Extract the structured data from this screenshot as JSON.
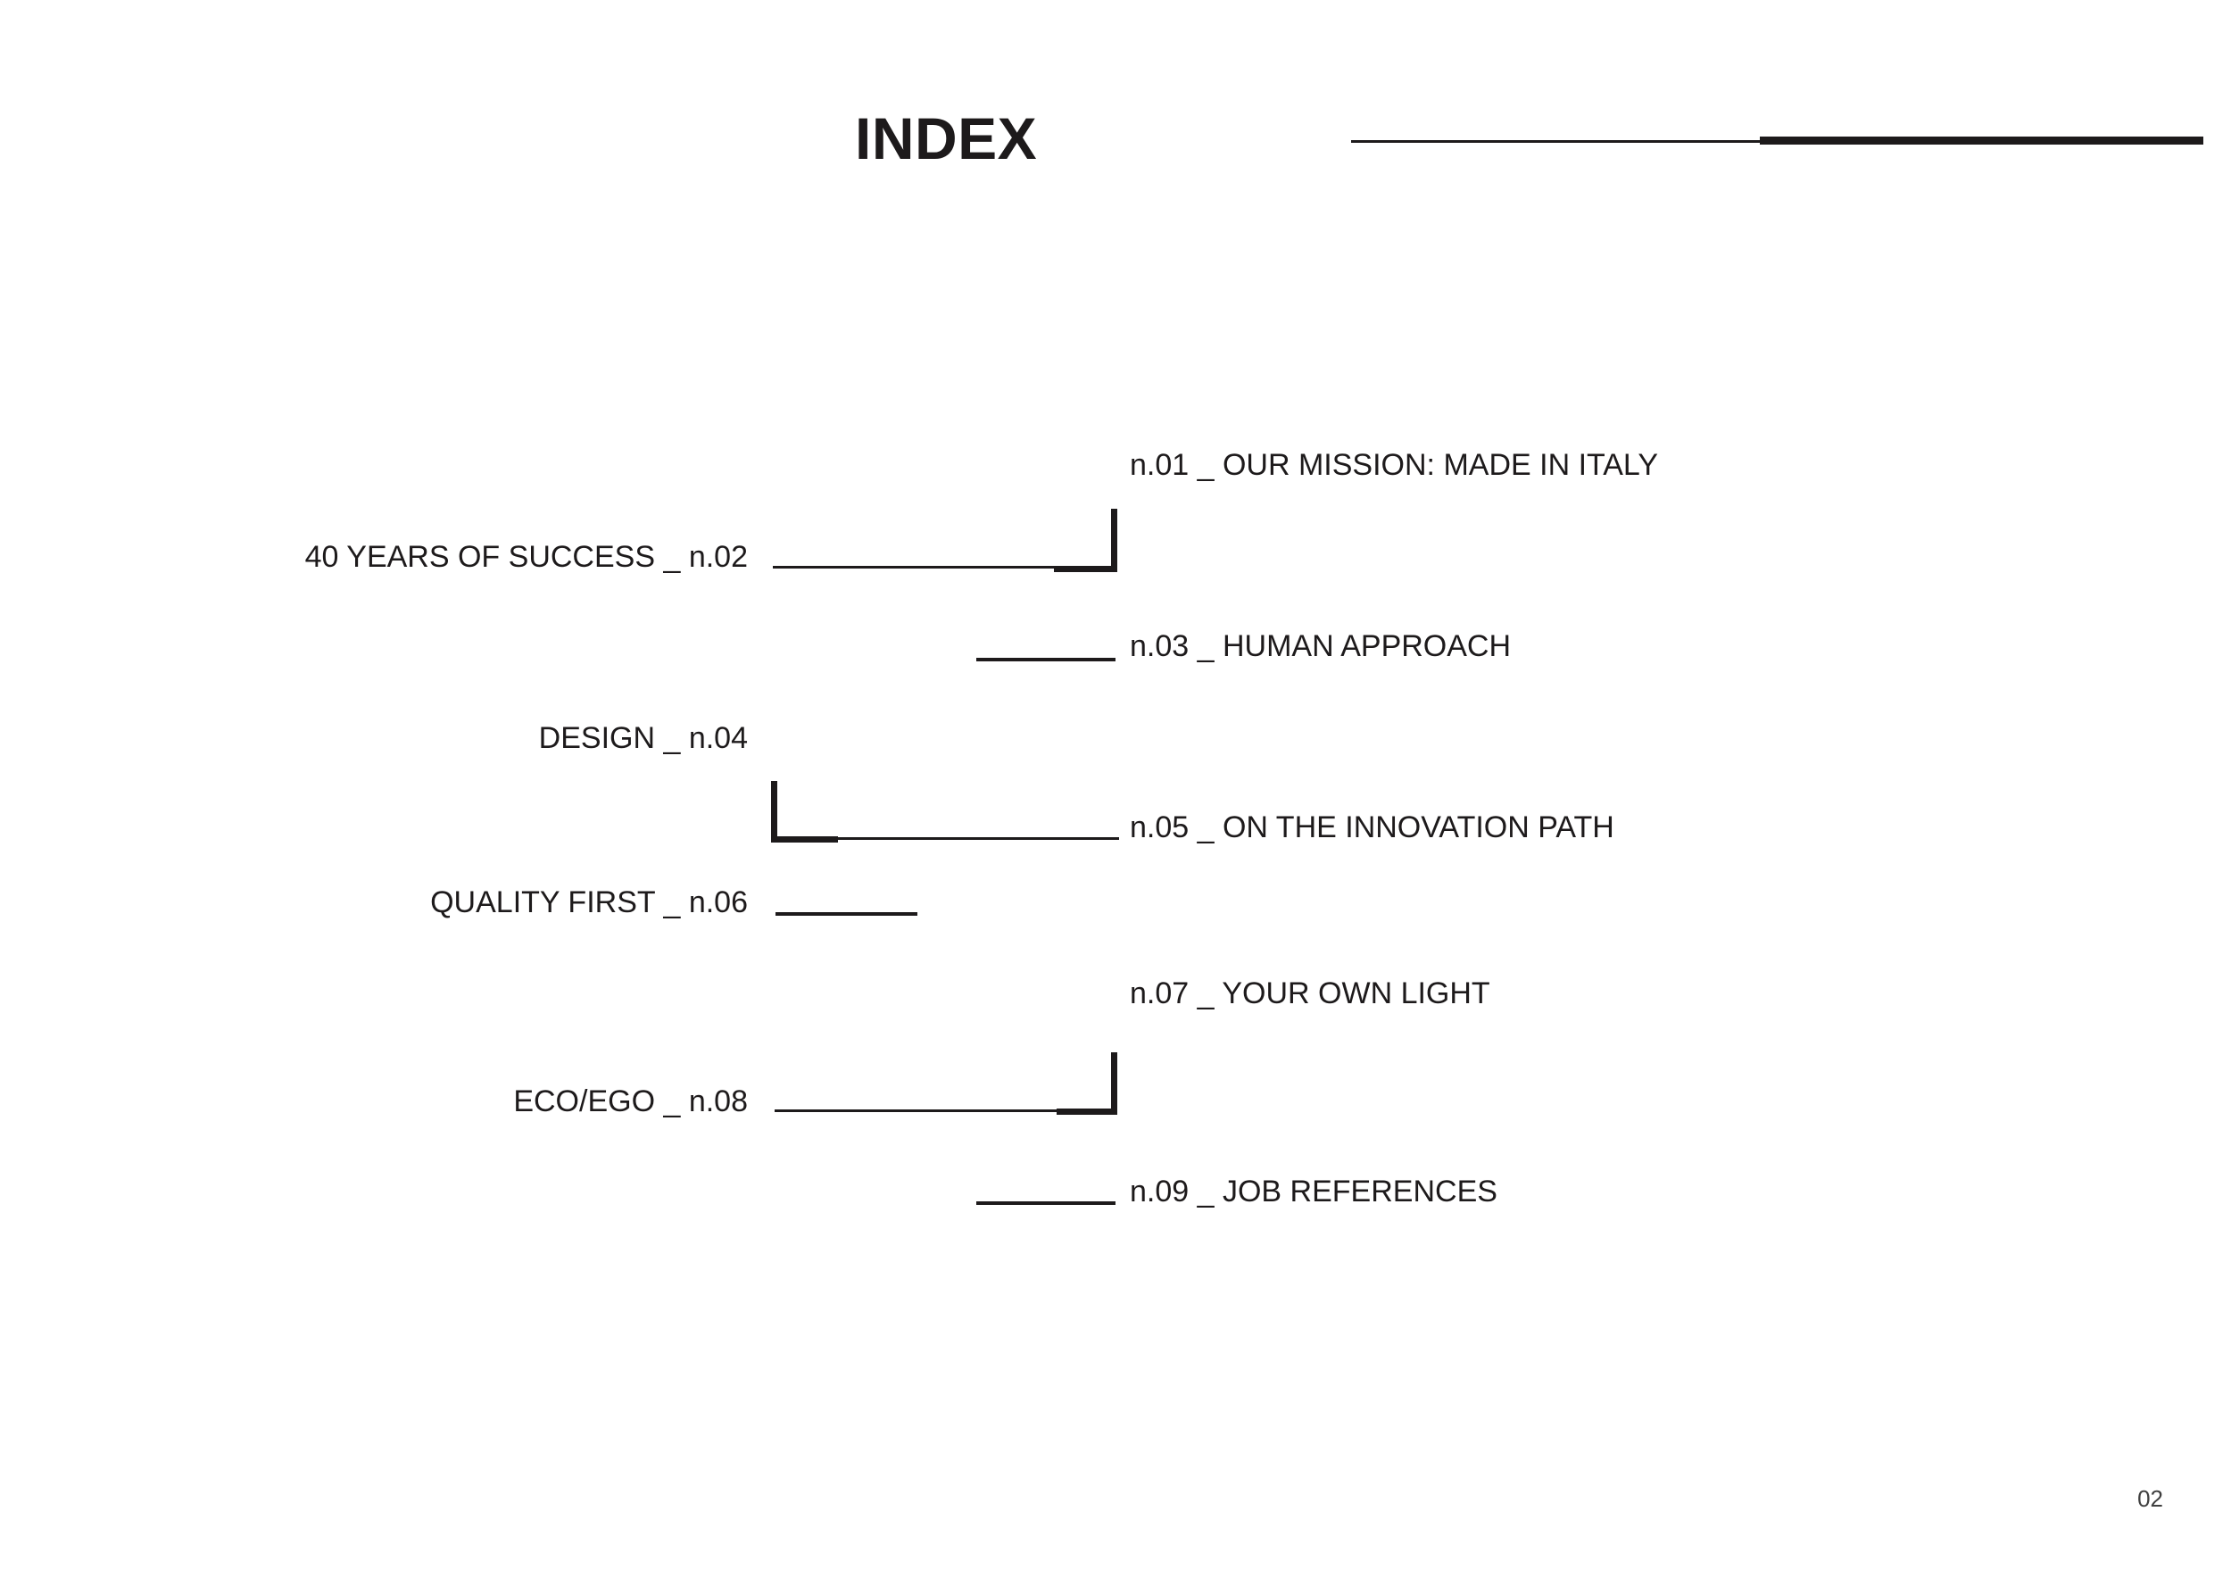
{
  "page": {
    "title": "INDEX",
    "page_number": "02"
  },
  "ink_color": "#1d1a1b",
  "toc": {
    "right_items": [
      {
        "label": "n.01 _ OUR MISSION: MADE IN ITALY"
      },
      {
        "label": "n.03 _ HUMAN APPROACH"
      },
      {
        "label": "n.05 _ ON THE INNOVATION PATH"
      },
      {
        "label": "n.07 _ YOUR OWN LIGHT"
      },
      {
        "label": "n.09 _ JOB REFERENCES"
      }
    ],
    "left_items": [
      {
        "label": "40 YEARS OF SUCCESS _ n.02"
      },
      {
        "label": "DESIGN _ n.04"
      },
      {
        "label": "QUALITY FIRST _ n.06"
      },
      {
        "label": "ECO/EGO _ n.08"
      }
    ]
  }
}
